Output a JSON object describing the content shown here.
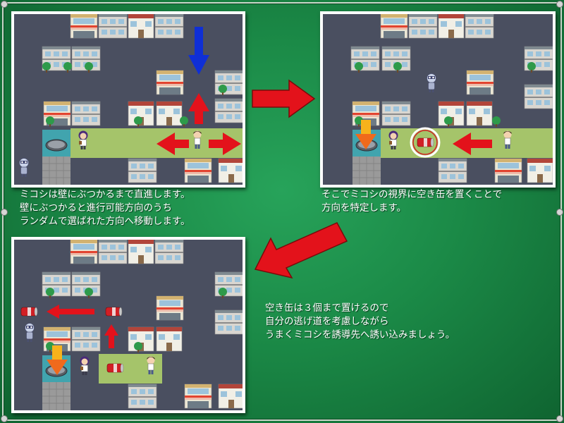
{
  "captions": {
    "panel1": "ミコシは壁にぶつかるまで直進します。\n壁にぶつかると進行可能方向のうち\nランダムで選ばれた方向へ移動します。",
    "panel2": "そこでミコシの視界に空き缶を置くことで\n方向を特定します。",
    "panel3": "空き缶は３個まで置けるので\n自分の逃げ道を考慮しながら\nうまくミコシを誘導先へ誘い込みましょう。"
  },
  "colors": {
    "background": "#1b8a47",
    "road": "#4a4f60",
    "grass": "#a5c46a",
    "arrow_red": "#e3121b",
    "arrow_blue": "#0f2fd6",
    "arrow_orange": "#f08a1c"
  },
  "icons": [
    "red-arrow-icon",
    "blue-arrow-icon",
    "orange-arrow-icon",
    "empty-can-icon",
    "manhole-icon",
    "mikoshi-ghost-icon",
    "player-boy-icon",
    "girl-character-icon"
  ]
}
